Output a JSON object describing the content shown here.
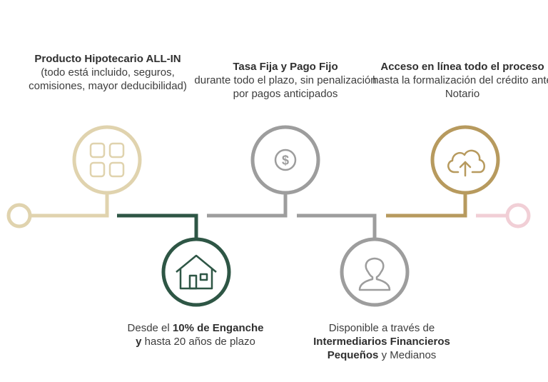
{
  "colors": {
    "beige": "#e0d3ae",
    "dark_green": "#2e5645",
    "gray": "#9d9d9d",
    "gold": "#b79a5e",
    "pink": "#f1cfd6",
    "text": "#3d3d3d"
  },
  "steps": [
    {
      "icon": "grid-icon",
      "bold": "Producto Hipotecario ALL-IN",
      "text": "(todo está incluido, seguros, comisiones,  mayor deducibilidad)"
    },
    {
      "icon": "house-icon",
      "pre": "Desde el ",
      "bold1": "10% de Enganche y",
      "text": " hasta 20 años de plazo"
    },
    {
      "icon": "dollar-coin-icon",
      "bold": "Tasa Fija y Pago Fijo",
      "text": "durante todo el plazo, sin penalización por pagos anticipados"
    },
    {
      "icon": "user-icon",
      "pre": "Disponible a través de",
      "bold1": "Intermediarios Financieros Pequeños",
      "text": " y Medianos"
    },
    {
      "icon": "cloud-upload-icon",
      "bold": "Acceso en línea todo el proceso",
      "text": " hasta la formalización del crédito ante Notario"
    }
  ]
}
